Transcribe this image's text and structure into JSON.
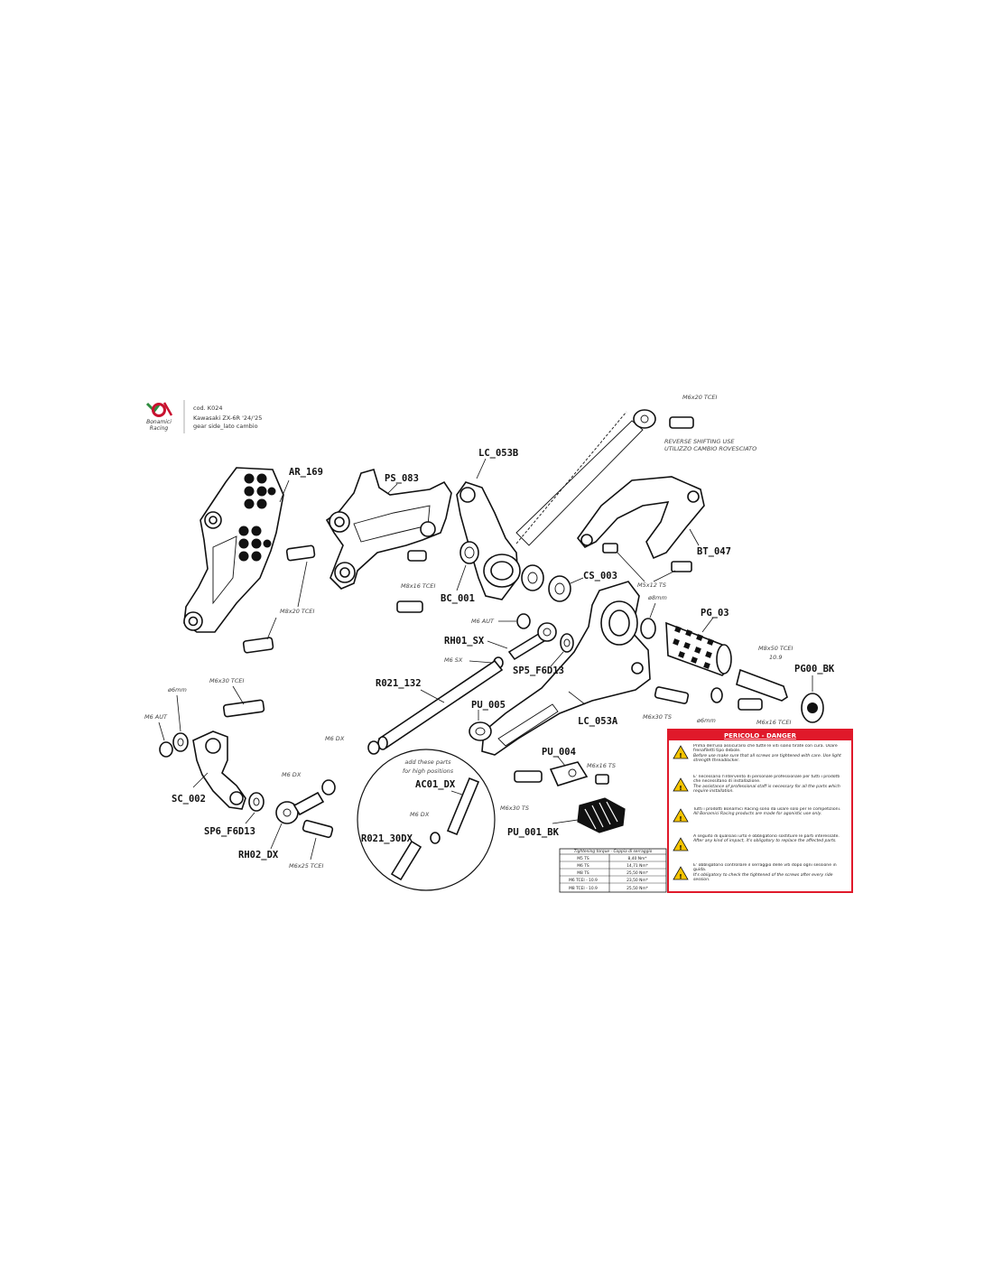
{
  "header": {
    "brand_line1": "Bonamici",
    "brand_line2": "Racing",
    "code": "cod. K024",
    "model": "Kawasaki ZX-6R '24/'25",
    "side": "gear side_lato cambio"
  },
  "parts": {
    "AR_169": "AR_169",
    "PS_083": "PS_083",
    "LC_053B": "LC_053B",
    "BC_001": "BC_001",
    "CS_003": "CS_003",
    "BT_047": "BT_047",
    "PG_03": "PG_03",
    "PG00_BK": "PG00_BK",
    "RH01_SX": "RH01_SX",
    "SP5_F6D13": "SP5_F6D13",
    "R021_132": "R021_132",
    "PU_005": "PU_005",
    "LC_053A": "LC_053A",
    "PU_004": "PU_004",
    "PU_001_BK": "PU_001_BK",
    "SC_002": "SC_002",
    "SP6_F6D13": "SP6_F6D13",
    "RH02_DX": "RH02_DX",
    "AC01_DX": "AC01_DX",
    "R021_30DX": "R021_30DX"
  },
  "specs": {
    "m6x20_top": "M6x20 TCEI",
    "reverse_1": "REVERSE SHIFTING USE",
    "reverse_2": "UTILIZZO CAMBIO ROVESCIATO",
    "m8x20": "M8x20 TCEI",
    "m8x16": "M8x16 TCEI",
    "m5x12": "M5x12 TS",
    "m6aut_mid": "M6 AUT",
    "m6sx": "M6 SX",
    "o8mm_top": "ø8mm",
    "m8x50_1": "M8x50 TCEI",
    "m8x50_2": "10.9",
    "m6x30_ts_right": "M6x30 TS",
    "o6mm_mid": "ø6mm",
    "m6x16_tcei": "M6x16 TCEI",
    "m6x30_tcei_left": "M6x30 TCEI",
    "o6mm_left": "ø6mm",
    "m6aut_left": "M6 AUT",
    "m6dx_mid": "M6 DX",
    "m6dx_left": "M6 DX",
    "m6x25": "M6x25 TCEI",
    "m6dx_circle": "M6 DX",
    "m6x16_ts": "M6x16 TS",
    "m6x30_ts_low": "M6x30 TS",
    "addparts_1": "add these parts",
    "addparts_2": "for high positions"
  },
  "torque_table": {
    "header_1": "Tightening torque - Coppia di serraggio",
    "rows": [
      {
        "size": "M5 TS",
        "value": "8,40 Nm*"
      },
      {
        "size": "M6 TS",
        "value": "14,71 Nm*"
      },
      {
        "size": "M8 TS",
        "value": "25,50 Nm*"
      },
      {
        "size": "M6 TCEI - 10.9",
        "value": "23,50 Nm*"
      },
      {
        "size": "M8 TCEI - 10.9",
        "value": "25,50 Nm*"
      }
    ]
  },
  "danger_box": {
    "title": "PERICOLO - DANGER",
    "notes": [
      {
        "it": "Prima dell'uso assicurarsi che tutte le viti siano tirate con cura. Usare frenafiletti tipo debole.",
        "en": "Before use make sure that all screws are tightened with care. Use light strength threadlocker."
      },
      {
        "it": "E' necessario l'intervento di personale professionale per tutti i prodotti che necessitano di installazione.",
        "en": "The assistance of professional staff is necessary for all the parts which require installation."
      },
      {
        "it": "Tutti i prodotti Bonamici Racing sono da usare solo per le competizioni.",
        "en": "All Bonamici Racing products are made for agonistic use only."
      },
      {
        "it": "A seguito di qualsiasi urto è obbligatorio sostituire le parti interessate.",
        "en": "After any kind of impact, it's obligatory to replace the affected parts."
      },
      {
        "it": "E' obbligatorio controllare il serraggio delle viti dopo ogni sessione in guida.",
        "en": "It's obligatory to check the tightened of the screws after every ride session."
      }
    ]
  },
  "colors": {
    "brand_red": "#c8102e",
    "brand_green": "#2e8b3e",
    "danger_red": "#e0192a",
    "warning_yellow": "#f5c400"
  }
}
